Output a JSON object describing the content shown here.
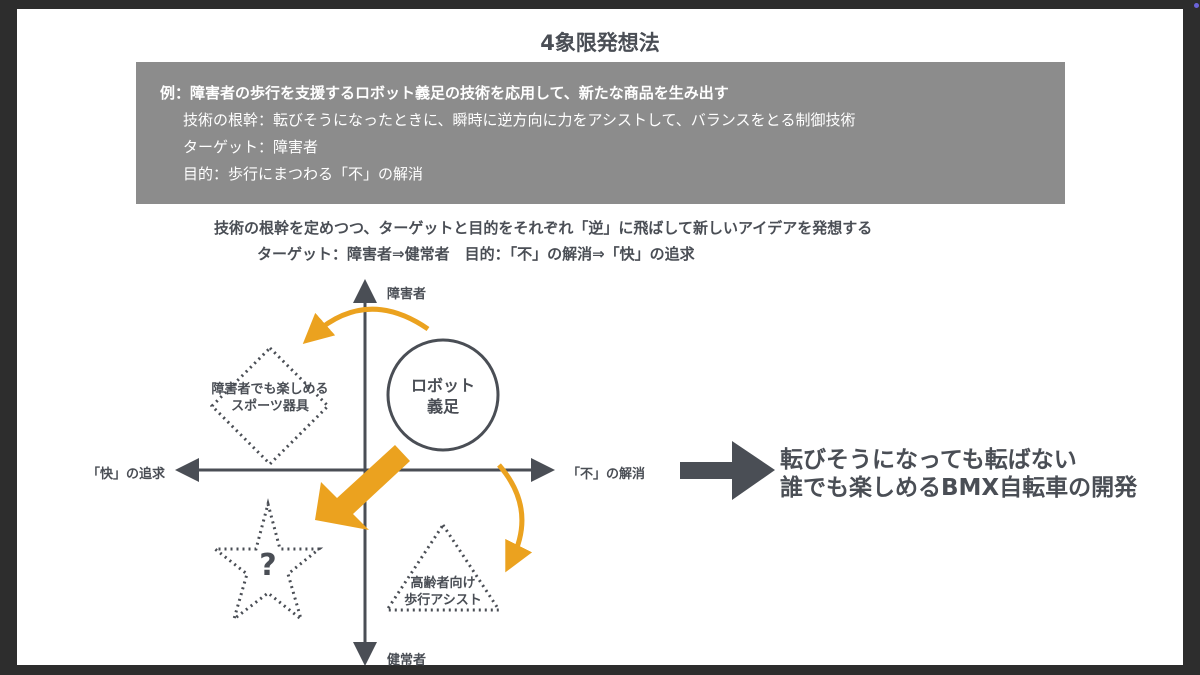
{
  "title": "4象限発想法",
  "example_box": {
    "line1": "例：障害者の歩行を支援するロボット義足の技術を応用して、新たな商品を生み出す",
    "line2": "技術の根幹：転びそうになったときに、瞬時に逆方向に力をアシストして、バランスをとる制御技術",
    "line3": "ターゲット：障害者",
    "line4": "目的：歩行にまつわる「不」の解消"
  },
  "instruction": {
    "line1": "技術の根幹を定めつつ、ターゲットと目的をそれぞれ「逆」に飛ばして新しいアイデアを発想する",
    "line2": "ターゲット：障害者⇒健常者　目的：「不」の解消⇒「快」の追求"
  },
  "diagram": {
    "axis_top": "障害者",
    "axis_bottom": "健常者",
    "axis_left": "「快」の追求",
    "axis_right": "「不」の解消",
    "center": "ロボット\n義足",
    "upper_left": "障害者でも楽しめる\nスポーツ器具",
    "lower_right": "高齢者向け\n歩行アシスト",
    "lower_left": "?"
  },
  "result": {
    "line1": "転びそうになっても転ばない",
    "line2": "誰でも楽しめるBMX自転車の開発"
  },
  "colors": {
    "accent": "#eba21f",
    "text": "#4a4e55",
    "box": "#8c8c8c"
  }
}
